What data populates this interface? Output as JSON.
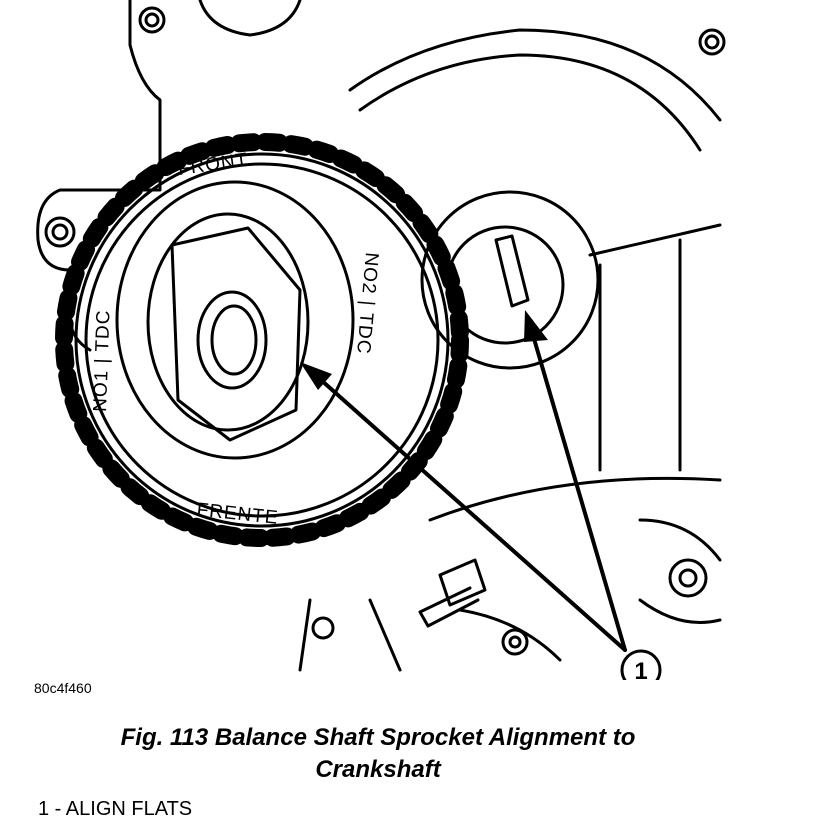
{
  "figure": {
    "labels": {
      "front": "FRONT",
      "frente": "FRENTE",
      "no1_tdc": "NO1 | TDC",
      "no2_tdc": "NO2 | TDC",
      "callout_number": "1"
    },
    "image_code": "80c4f460",
    "caption_line1": "Fig. 113 Balance Shaft Sprocket Alignment to",
    "caption_line2": "Crankshaft",
    "legend_item": "1 - ALIGN FLATS"
  }
}
